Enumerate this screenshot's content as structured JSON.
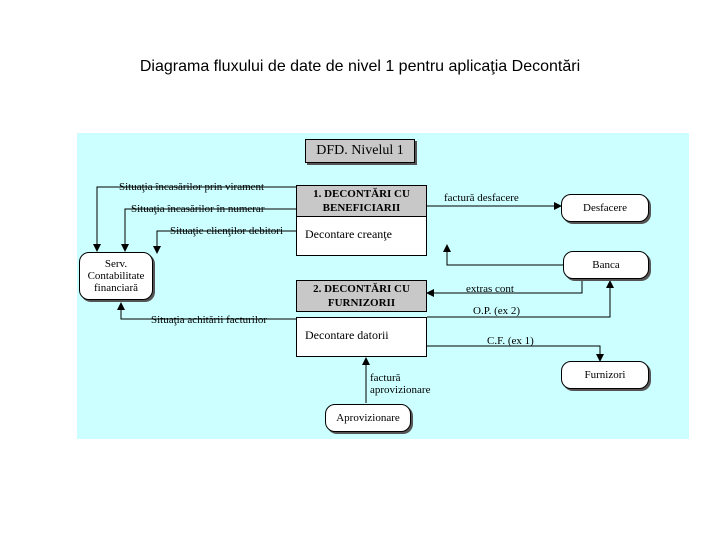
{
  "title": "Diagrama fluxului de date de nivel 1 pentru aplicaţia Decontări",
  "diagram": {
    "heading": "DFD. Nivelul 1",
    "processes": [
      {
        "title": "1. DECONTĂRI CU BENEFICIARII",
        "body": "Decontare creanţe"
      },
      {
        "title": "2. DECONTĂRI CU FURNIZORII",
        "body": "Decontare datorii"
      }
    ],
    "entities": {
      "serv": "Serv. Contabilitate financiară",
      "desfacere": "Desfacere",
      "banca": "Banca",
      "furnizori": "Furnizori",
      "aprovizionare": "Aprovizionare"
    },
    "flows": {
      "virament": "Situaţia încasărilor prin virament",
      "numerar": "Situaţia încasărilor în numerar",
      "debitori": "Situaţie clienţilor debitori",
      "achitare": "Situaţia achitării facturilor",
      "factura_desfacere": "factură desfacere",
      "extras": "extras cont",
      "op": "O.P. (ex 2)",
      "cec": "C.F. (ex 1)",
      "factura_aprov": "factură aprovizionare"
    }
  }
}
